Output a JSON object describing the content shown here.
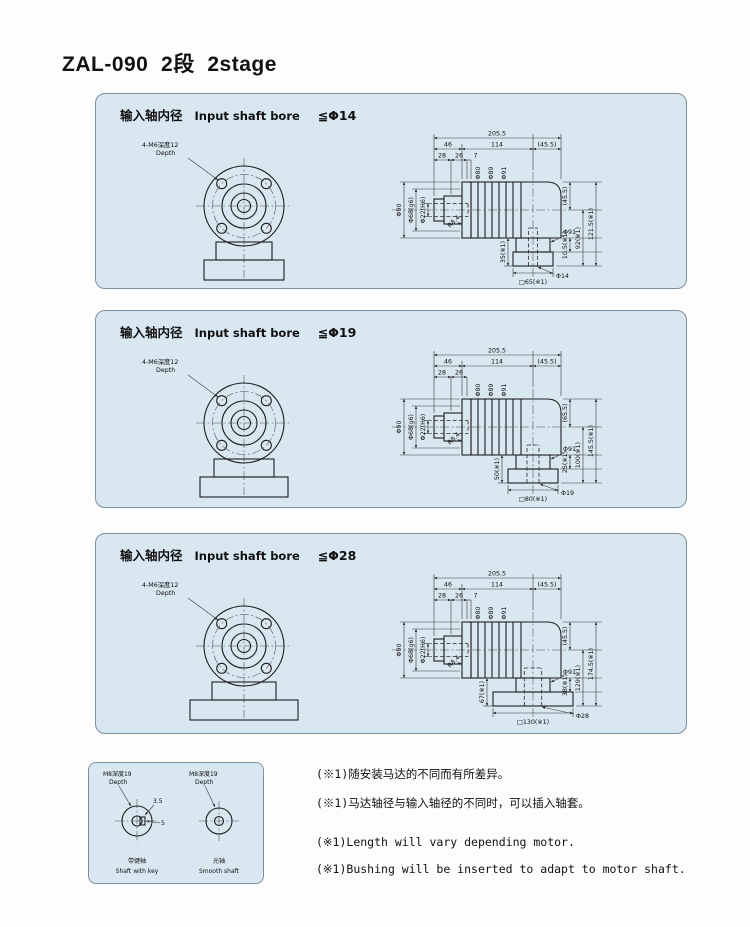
{
  "page": {
    "title": "ZAL-090  2段  2stage"
  },
  "colors": {
    "panel_bg": "#d9e7f1",
    "panel_border": "#7d8f9c",
    "line": "#1f1f1f"
  },
  "panels": [
    {
      "header": {
        "cn": "输入轴内径",
        "en": "Input shaft bore",
        "bore": "≦Φ14"
      },
      "front": {
        "bolt_label": "4-M6深度12",
        "depth_label": "Depth"
      },
      "side": {
        "total": "205.5",
        "seg1": "46",
        "seg2": "114",
        "seg3": "(45.5)",
        "small1": "28",
        "small2": "26",
        "small3": "7",
        "top_d1": "Φ80",
        "top_d2": "Φ89",
        "top_d3": "Φ91",
        "left_d1": "Φ90",
        "left_d2": "Φ68(g6)",
        "left_d3": "Φ22(H6)",
        "radius": "R8.4",
        "neck_h": "35(※1)",
        "right_a": "(45.5)",
        "right_b": "10.5(※1)",
        "right_c": "92(※1)",
        "right_d": "121.5(※1)",
        "flange_d": "Φ91",
        "bore": "Φ14",
        "square": "□65(※1)"
      }
    },
    {
      "header": {
        "cn": "输入轴内径",
        "en": "Input shaft bore",
        "bore": "≦Φ19"
      },
      "front": {
        "bolt_label": "4-M6深度12",
        "depth_label": "Depth"
      },
      "side": {
        "total": "205.5",
        "seg1": "46",
        "seg2": "114",
        "seg3": "(45.5)",
        "small1": "28",
        "small2": "26",
        "small3": "",
        "top_d1": "Φ80",
        "top_d2": "Φ89",
        "top_d3": "Φ91",
        "left_d1": "Φ90",
        "left_d2": "Φ68(g6)",
        "left_d3": "Φ22(H6)",
        "radius": "R8.4",
        "neck_h": "50(※1)",
        "right_a": "(65.5)",
        "right_b": "25(※1)",
        "right_c": "100(※1)",
        "right_d": "145.5(※1)",
        "flange_d": "Φ91",
        "bore": "Φ19",
        "square": "□80(※1)"
      }
    },
    {
      "header": {
        "cn": "输入轴内径",
        "en": "Input shaft bore",
        "bore": "≦Φ28"
      },
      "front": {
        "bolt_label": "4-M6深度12",
        "depth_label": "Depth"
      },
      "side": {
        "total": "205.5",
        "seg1": "46",
        "seg2": "114",
        "seg3": "(45.5)",
        "small1": "28",
        "small2": "26",
        "small3": "7",
        "top_d1": "Φ80",
        "top_d2": "Φ89",
        "top_d3": "Φ91",
        "left_d1": "Φ90",
        "left_d2": "Φ68(g6)",
        "left_d3": "Φ22(H6)",
        "radius": "R8.4",
        "neck_h": "67(※1)",
        "right_a": "(45.5)",
        "right_b": "38(※1)",
        "right_c": "129(※1)",
        "right_d": "174.5(※1)",
        "flange_d": "Φ91",
        "bore": "Φ28",
        "square": "□130(※1)"
      }
    }
  ],
  "shaft_panel": {
    "left": {
      "top_cn": "M8深度19",
      "top_en": "Depth",
      "dim1": "3.5",
      "dim2": "5",
      "cn": "带键轴",
      "en": "Shaft with key"
    },
    "right": {
      "top_cn": "M8深度19",
      "top_en": "Depth",
      "cn": "光轴",
      "en": "Smooth shaft"
    }
  },
  "notes": {
    "cn1": "(※1)随安装马达的不同而有所差异。",
    "cn2": "(※1)马达轴径与输入轴径的不同时，可以插入轴套。",
    "en1": "(※1)Length will vary depending motor.",
    "en2": "(※1)Bushing will be inserted to adapt to motor shaft."
  }
}
